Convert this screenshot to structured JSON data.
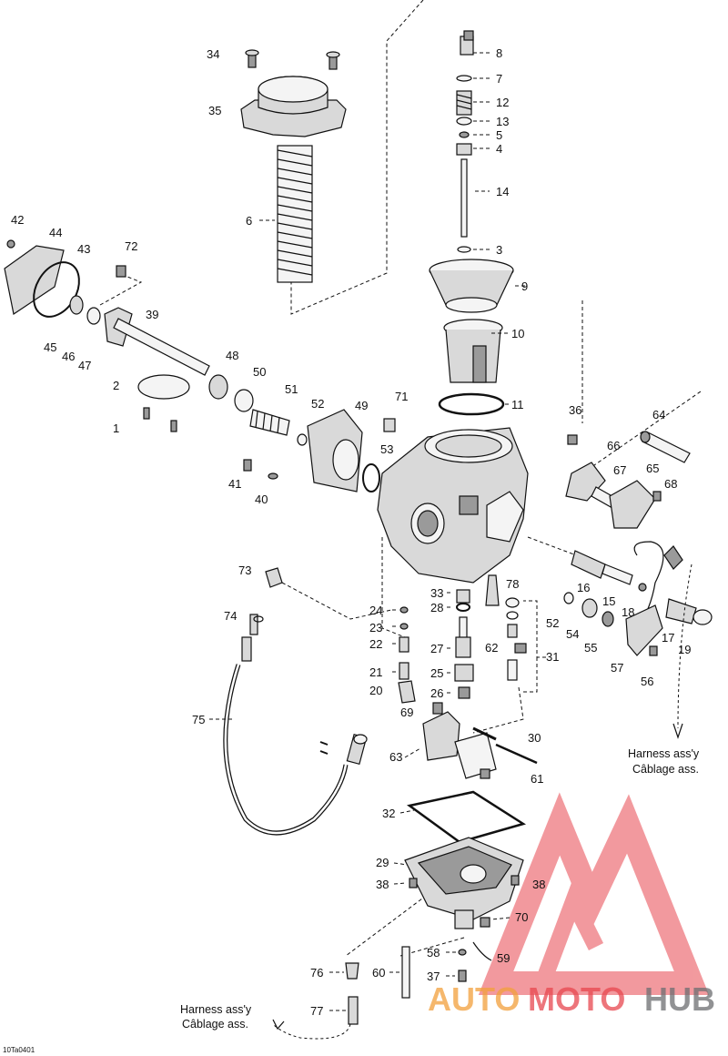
{
  "callouts": [
    "34",
    "35",
    "6",
    "8",
    "7",
    "12",
    "13",
    "5",
    "4",
    "14",
    "3",
    "9",
    "10",
    "11",
    "42",
    "44",
    "43",
    "72",
    "39",
    "45",
    "46",
    "47",
    "2",
    "1",
    "48",
    "50",
    "51",
    "52",
    "49",
    "71",
    "53",
    "41",
    "40",
    "36",
    "64",
    "66",
    "67",
    "65",
    "68",
    "73",
    "24",
    "23",
    "22",
    "21",
    "20",
    "69",
    "33",
    "28",
    "27",
    "25",
    "26",
    "78",
    "62",
    "31",
    "16",
    "15",
    "18",
    "52",
    "54",
    "55",
    "17",
    "19",
    "57",
    "56",
    "74",
    "75",
    "63",
    "30",
    "61",
    "32",
    "29",
    "38",
    "38",
    "70",
    "58",
    "59",
    "60",
    "37",
    "76",
    "77"
  ],
  "notes": {
    "harness_right_line1": "Harness ass'y",
    "harness_right_line2": "Câblage ass.",
    "harness_left_line1": "Harness ass'y",
    "harness_left_line2": "Câblage ass."
  },
  "reference_code": "10Ta0401",
  "watermark": {
    "brand_part1": "AUTO",
    "brand_part2": "MOTO",
    "brand_part3": "HUB",
    "color_red": "#e8474f",
    "color_orange": "#f2a03c",
    "color_gray": "#6d6e71"
  }
}
